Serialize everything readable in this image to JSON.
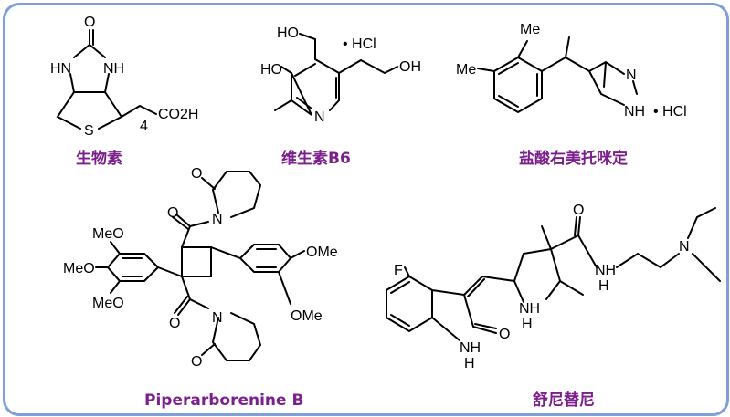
{
  "compounds": [
    {
      "name": "生物素",
      "atoms": {
        "o": "O",
        "hn": "HN",
        "nh": "NH",
        "s": "S",
        "acid": "CO2H",
        "sub": "4"
      }
    },
    {
      "name": "维生素B6",
      "atoms": {
        "ho1": "HO",
        "hcl": "• HCl",
        "ho2": "HO",
        "oh": "OH",
        "n": "N"
      }
    },
    {
      "name": "盐酸右美托咪定",
      "atoms": {
        "me1": "Me",
        "me2": "Me",
        "n": "N",
        "nh": "NH",
        "hcl": "• HCl"
      }
    },
    {
      "name": "Piperarborenine B",
      "atoms": {
        "meo1": "MeO",
        "meo2": "MeO",
        "meo3": "MeO",
        "ome1": "OMe",
        "ome2": "OMe",
        "o1": "O",
        "n1": "N",
        "o2": "O",
        "o3": "O",
        "n2": "N",
        "o4": "O"
      }
    },
    {
      "name": "舒尼替尼",
      "atoms": {
        "f": "F",
        "nh1": "NH",
        "h1": "H",
        "o1": "O",
        "nh2": "NH",
        "h2": "H",
        "o2": "O",
        "nh3": "NH",
        "h3": "H",
        "n": "N"
      }
    }
  ],
  "colors": {
    "label": "#7b1f8c",
    "border": "#7da0da"
  }
}
